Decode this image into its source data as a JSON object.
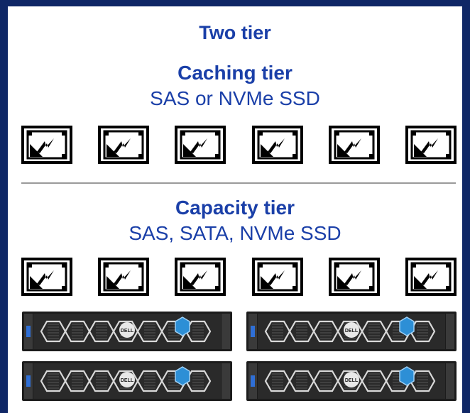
{
  "title": "Two tier",
  "caching": {
    "title": "Caching tier",
    "subtitle": "SAS or NVMe SSD",
    "drive_count": 6,
    "icon": "ssd-drive-icon"
  },
  "capacity": {
    "title": "Capacity tier",
    "subtitle": "SAS, SATA, NVMe SSD",
    "drive_count": 6,
    "icon": "ssd-drive-icon"
  },
  "servers": {
    "count": 4,
    "brand_logo": "DELL",
    "icon": "server-rack-icon"
  },
  "colors": {
    "background": "#0f2766",
    "panel": "#ffffff",
    "heading": "#1a3fa8",
    "divider": "#9a9a9a"
  }
}
